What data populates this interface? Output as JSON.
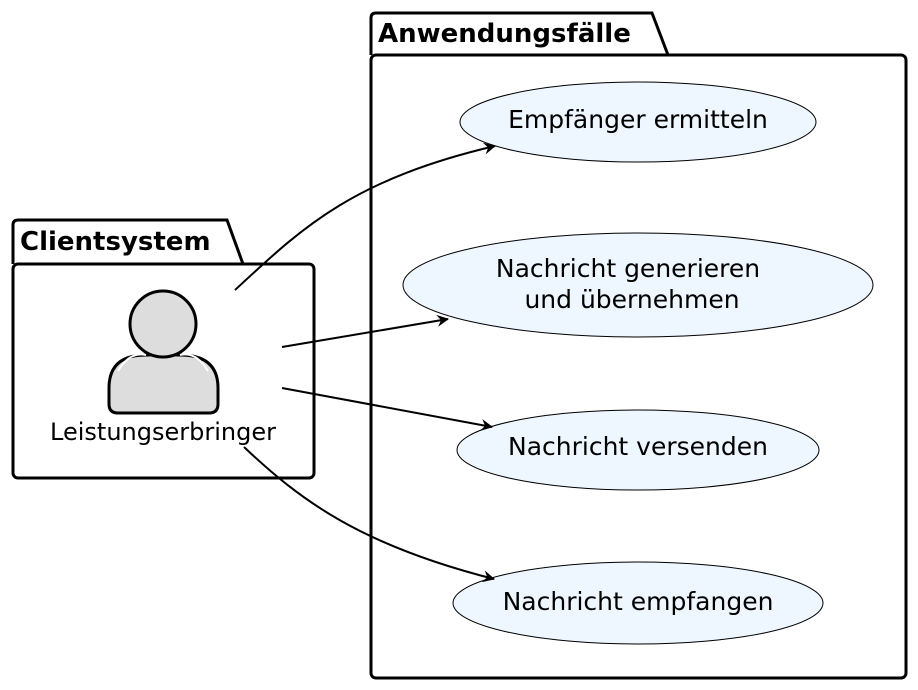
{
  "packages": {
    "client": {
      "title": "Clientsystem"
    },
    "usecases": {
      "title": "Anwendungsfälle"
    }
  },
  "actor": {
    "label": "Leistungserbringer",
    "icon": "person-icon"
  },
  "use_cases": [
    {
      "lines": [
        "Empfänger ermitteln"
      ]
    },
    {
      "lines": [
        "Nachricht generieren",
        "und übernehmen"
      ]
    },
    {
      "lines": [
        "Nachricht versenden"
      ]
    },
    {
      "lines": [
        "Nachricht empfangen"
      ]
    }
  ],
  "colors": {
    "usecase_fill": "#eef6ff",
    "actor_fill": "#dddddd",
    "stroke": "#000000"
  }
}
